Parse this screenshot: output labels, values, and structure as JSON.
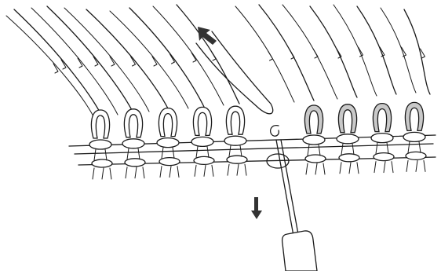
{
  "figure": {
    "background": "#ffffff",
    "ink_color": "#1a1a1a",
    "highlight_loop_color": "#c9c9c9",
    "arrow_color": "#333333",
    "loops": {
      "total": 9,
      "plain": 5,
      "shaded": 4
    },
    "icons": {
      "up_arrow": "arrow-up-left-icon",
      "down_arrow": "arrow-down-icon",
      "tool": "crochet-hook-icon"
    }
  }
}
